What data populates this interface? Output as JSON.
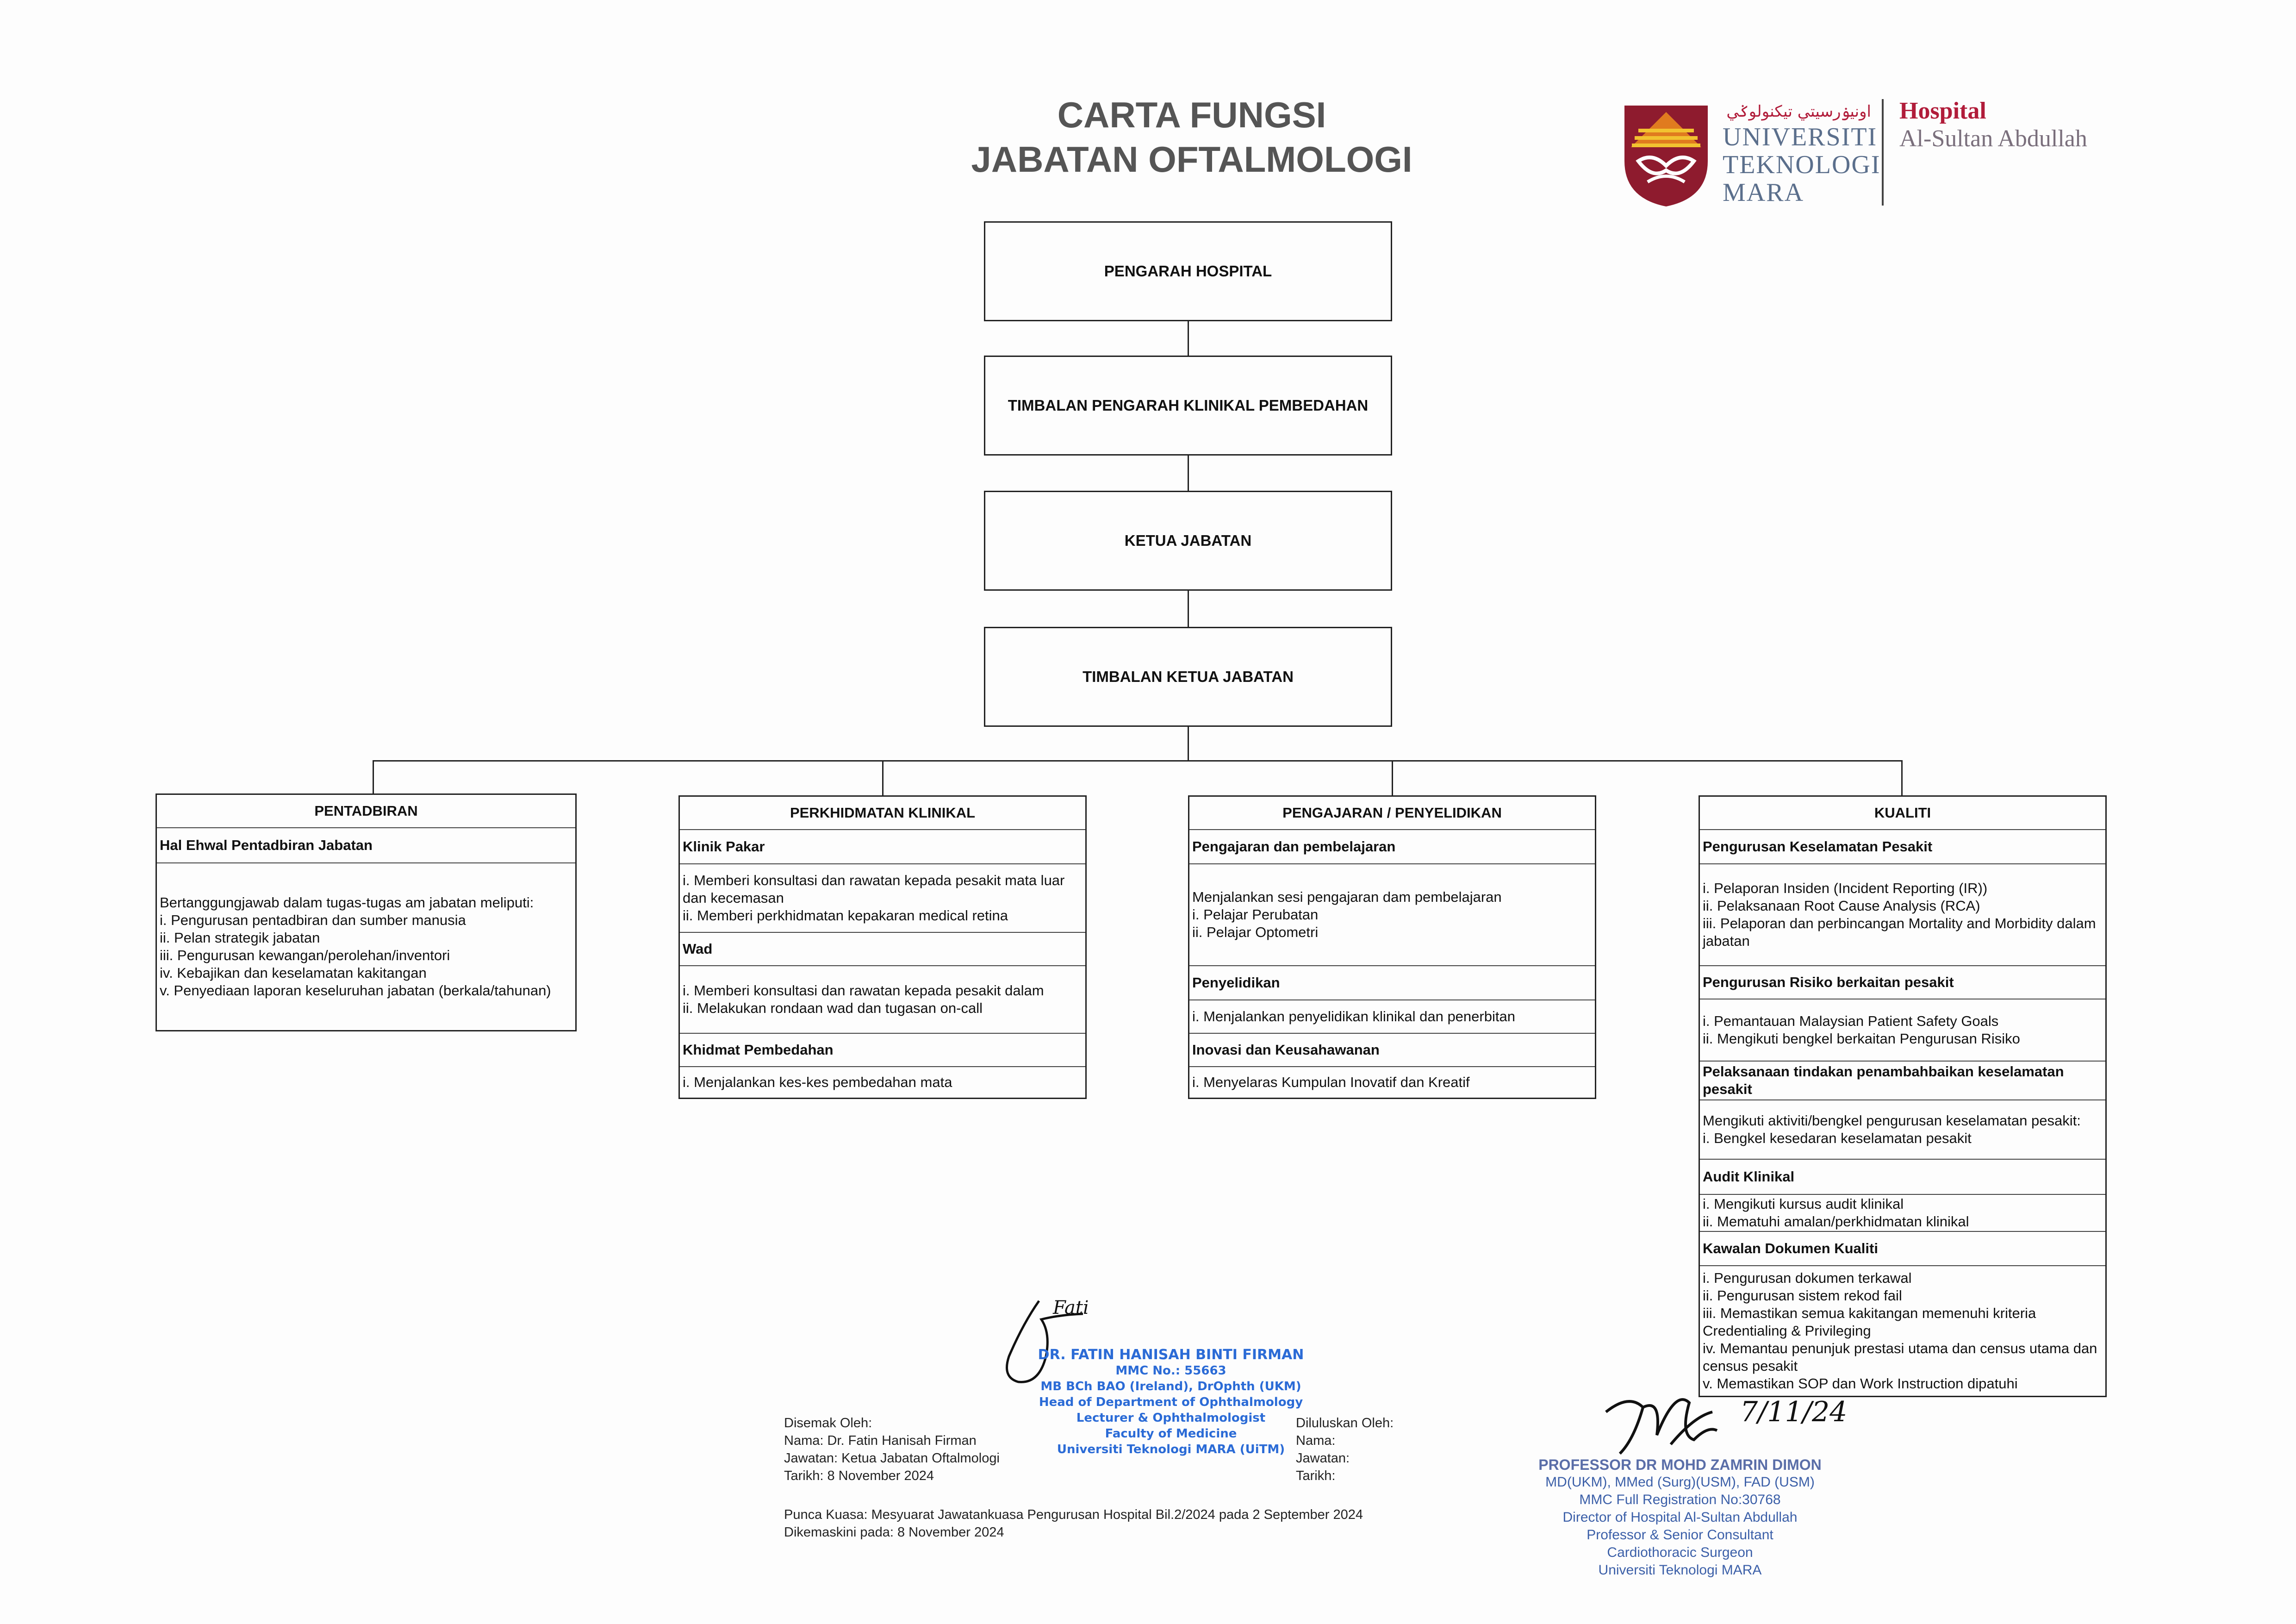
{
  "title": {
    "line1": "CARTA FUNGSI",
    "line2": "JABATAN OFTALMOLOGI"
  },
  "logo": {
    "arabic_script": "اونيۏرسيتي تيكنولوݢي مارا",
    "universiti": "UNIVERSITI",
    "teknologi": "TEKNOLOGI",
    "mara": "MARA",
    "hospital": "Hospital",
    "al_sultan": "Al-Sultan Abdullah",
    "emblem_colors": {
      "red": "#8e1b2e",
      "orange": "#e07b1f",
      "yellow": "#f2c230"
    }
  },
  "hierarchy": [
    "PENGARAH HOSPITAL",
    "TIMBALAN PENGARAH KLINIKAL PEMBEDAHAN",
    "KETUA JABATAN",
    "TIMBALAN KETUA JABATAN"
  ],
  "columns": {
    "pentadbiran": {
      "title": "PENTADBIRAN",
      "section_title": "Hal Ehwal Pentadbiran Jabatan",
      "intro": "Bertanggungjawab dalam tugas-tugas am jabatan meliputi:",
      "items": [
        "i. Pengurusan pentadbiran dan sumber manusia",
        "ii. Pelan strategik jabatan",
        "iii. Pengurusan kewangan/perolehan/inventori",
        "iv. Kebajikan dan keselamatan kakitangan",
        "v. Penyediaan laporan keseluruhan jabatan (berkala/tahunan)"
      ]
    },
    "klinikal": {
      "title": "PERKHIDMATAN KLINIKAL",
      "sections": [
        {
          "title": "Klinik Pakar",
          "items": [
            "i. Memberi konsultasi dan rawatan kepada pesakit mata luar dan kecemasan",
            "ii. Memberi perkhidmatan kepakaran medical retina"
          ]
        },
        {
          "title": "Wad",
          "items": [
            "i. Memberi konsultasi dan rawatan kepada pesakit dalam",
            "ii. Melakukan rondaan wad dan tugasan on-call"
          ]
        },
        {
          "title": "Khidmat Pembedahan",
          "items": [
            "i. Menjalankan kes-kes pembedahan mata"
          ]
        }
      ]
    },
    "pengajaran": {
      "title": "PENGAJARAN / PENYELIDIKAN",
      "sections": [
        {
          "title": "Pengajaran dan pembelajaran",
          "items": [
            "Menjalankan sesi pengajaran dam pembelajaran",
            "i. Pelajar Perubatan",
            "ii. Pelajar Optometri"
          ]
        },
        {
          "title": "Penyelidikan",
          "items": [
            "i. Menjalankan penyelidikan klinikal dan penerbitan"
          ]
        },
        {
          "title": "Inovasi dan Keusahawanan",
          "items": [
            "i. Menyelaras Kumpulan Inovatif dan Kreatif"
          ]
        }
      ]
    },
    "kualiti": {
      "title": "KUALITI",
      "sections": [
        {
          "title": "Pengurusan Keselamatan Pesakit",
          "items": [
            "i. Pelaporan Insiden (Incident Reporting (IR))",
            "ii. Pelaksanaan Root Cause Analysis (RCA)",
            "iii. Pelaporan dan perbincangan Mortality and Morbidity dalam jabatan"
          ]
        },
        {
          "title": "Pengurusan Risiko berkaitan pesakit",
          "items": [
            "i. Pemantauan Malaysian Patient Safety Goals",
            "ii. Mengikuti bengkel berkaitan Pengurusan Risiko"
          ]
        },
        {
          "title": "Pelaksanaan tindakan penambahbaikan keselamatan pesakit",
          "items": [
            "Mengikuti aktiviti/bengkel pengurusan keselamatan pesakit:",
            "i. Bengkel kesedaran keselamatan pesakit"
          ]
        },
        {
          "title": "Audit Klinikal",
          "items": [
            "i. Mengikuti kursus audit klinikal",
            "ii. Mematuhi amalan/perkhidmatan klinikal"
          ]
        },
        {
          "title": "Kawalan Dokumen Kualiti",
          "items": [
            "i. Pengurusan dokumen terkawal",
            "ii. Pengurusan sistem rekod fail",
            "iii. Memastikan semua kakitangan memenuhi kriteria Credentialing & Privileging",
            "iv. Memantau penunjuk prestasi utama dan census utama dan census pesakit",
            "v. Memastikan SOP dan Work Instruction dipatuhi"
          ]
        }
      ]
    }
  },
  "stamp_left": [
    "DR. FATIN HANISAH BINTI FIRMAN",
    "MMC No.: 55663",
    "MB BCh BAO (Ireland), DrOphth (UKM)",
    "Head of Department of Ophthalmology",
    "Lecturer & Ophthalmologist",
    "Faculty of Medicine",
    "Universiti Teknologi MARA (UiTM)"
  ],
  "disemak": {
    "heading": "Disemak Oleh:",
    "nama": "Nama:  Dr. Fatin Hanisah Firman",
    "jawatan": "Jawatan: Ketua Jabatan Oftalmologi",
    "tarikh": "Tarikh: 8 November 2024"
  },
  "diluluskan": {
    "heading": "Diluluskan Oleh:",
    "nama": "Nama:",
    "jawatan": "Jawatan:",
    "tarikh": "Tarikh:"
  },
  "punca_kuasa": "Punca Kuasa:  Mesyuarat Jawatankuasa Pengurusan Hospital Bil.2/2024 pada 2 September 2024",
  "dikemaskini": "Dikemaskini pada: 8 November 2024",
  "handwritten_signature": "Fatin",
  "handwritten_date": "7/11/24",
  "stamp_right": [
    "PROFESSOR DR MOHD ZAMRIN DIMON",
    "MD(UKM), MMed (Surg)(USM), FAD (USM)",
    "MMC Full Registration No:30768",
    "Director of Hospital Al-Sultan Abdullah",
    "Professor & Senior Consultant",
    "Cardiothoracic Surgeon",
    "Universiti Teknologi MARA"
  ]
}
